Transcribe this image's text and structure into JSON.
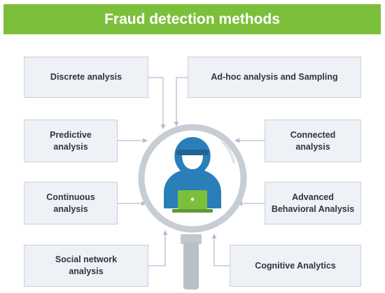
{
  "title": "Fraud detection methods",
  "colors": {
    "banner": "#7cbf3a",
    "box_fill": "#eef1f5",
    "box_border": "#c9d0d8",
    "connector": "#b7bec6",
    "hood": "#2a7fb8",
    "hood_dark": "#1f6496",
    "laptop": "#7cbf3a",
    "lens_ring": "#c7cdd4",
    "handle": "#b9c0c7"
  },
  "methods": {
    "discrete": "Discrete analysis",
    "adhoc": "Ad-hoc analysis and Sampling",
    "predictive": "Predictive\nanalysis",
    "connected": "Connected\nanalysis",
    "continuous": "Continuous\nanalysis",
    "behavioral": "Advanced\nBehavioral Analysis",
    "social": "Social network\nanalysis",
    "cognitive": "Cognitive Analytics"
  },
  "icons": {
    "magnifier": "magnifying-glass-icon",
    "hacker": "hooded-hacker-icon",
    "laptop": "laptop-icon"
  }
}
